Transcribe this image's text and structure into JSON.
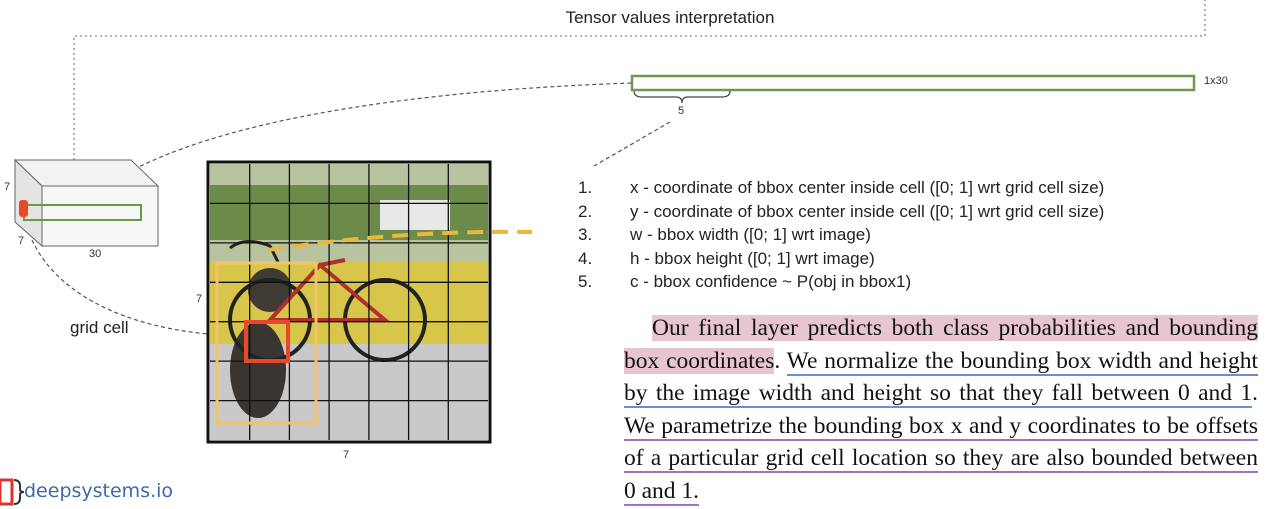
{
  "title": "Tensor values interpretation",
  "vector_label": "1x30",
  "brace_label": "5",
  "cube": {
    "height_label": "7",
    "depth_label": "7",
    "width_label": "30"
  },
  "grid_cell_label": "grid cell",
  "image_grid": {
    "rows_label": "7",
    "cols_label": "7"
  },
  "list": [
    {
      "num": "1.",
      "text": "x - coordinate of bbox center inside cell ([0; 1] wrt grid cell size)"
    },
    {
      "num": "2.",
      "text": "y - coordinate of bbox center inside cell ([0; 1] wrt grid cell size)"
    },
    {
      "num": "3.",
      "text": "w - bbox width ([0; 1] wrt image)"
    },
    {
      "num": "4.",
      "text": "h - bbox height ([0; 1] wrt image)"
    },
    {
      "num": "5.",
      "text": "c - bbox confidence ~ P(obj in bbox1)"
    }
  ],
  "paper": {
    "s1": "Our final layer predicts both class probabilities and bounding box coordinates",
    "s1_end": ".",
    "s2": "We normalize the bounding box width and height by the image width and height so that they fall between 0 and 1",
    "s2_end": ".",
    "s3": "We parametrize the bounding box x and y coordinates to be offsets of a particular grid cell location so they are also bounded between 0 and 1."
  },
  "logo": {
    "text": "deepsystems.io"
  },
  "colors": {
    "vector_green": "#6a9a4a",
    "box_yellow": "#f2c46a",
    "cell_red": "#e8472c",
    "highlight_pink": "#e8c6d0"
  }
}
